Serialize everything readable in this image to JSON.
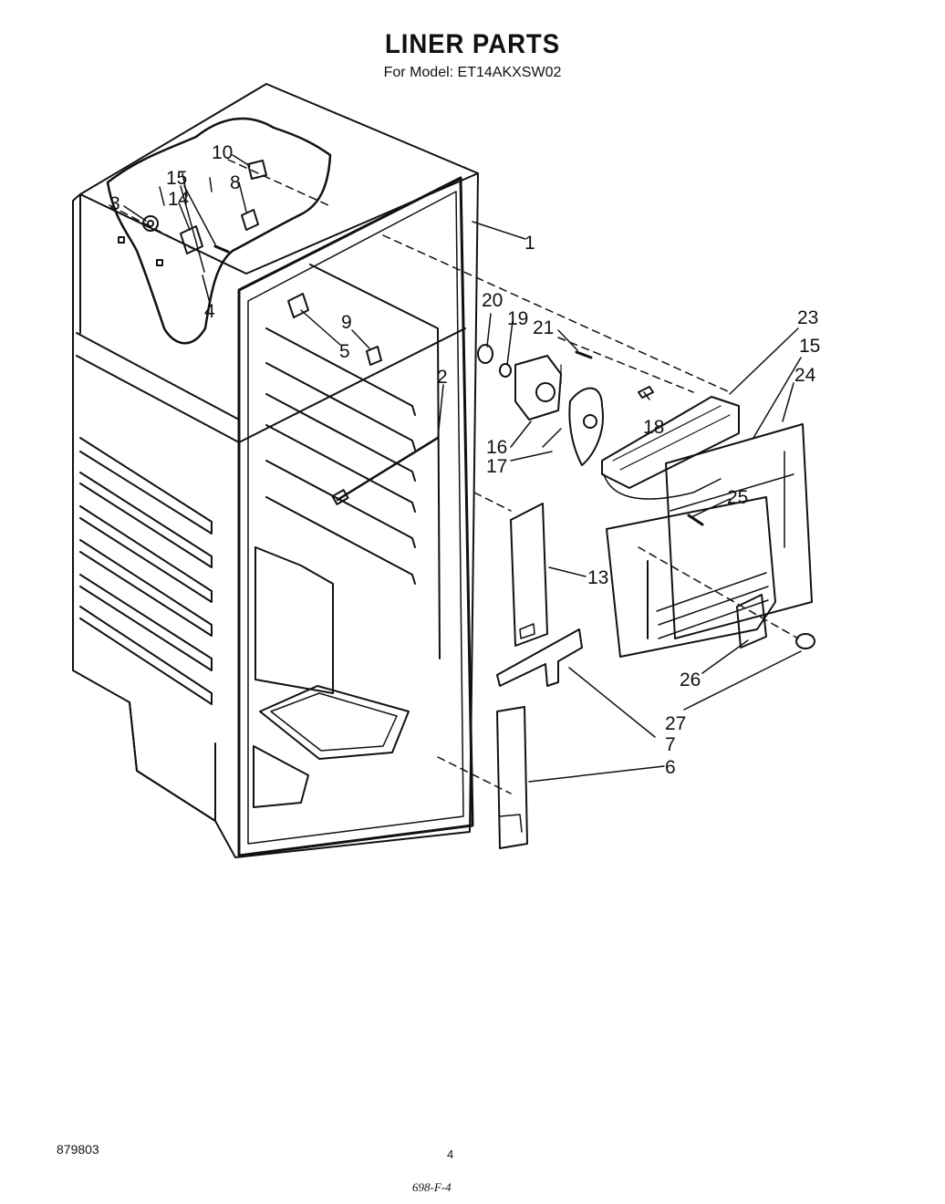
{
  "header": {
    "title": "LINER PARTS",
    "subtitle": "For Model: ET14AKXSW02"
  },
  "footer": {
    "doc_number": "879803",
    "page_number": "4",
    "handwritten_note": "698-F-4"
  },
  "callouts": [
    "1",
    "2",
    "3",
    "4",
    "5",
    "6",
    "7",
    "8",
    "9",
    "10",
    "13",
    "14",
    "15",
    "15",
    "16",
    "17",
    "18",
    "19",
    "20",
    "21",
    "23",
    "24",
    "25",
    "26",
    "27"
  ]
}
